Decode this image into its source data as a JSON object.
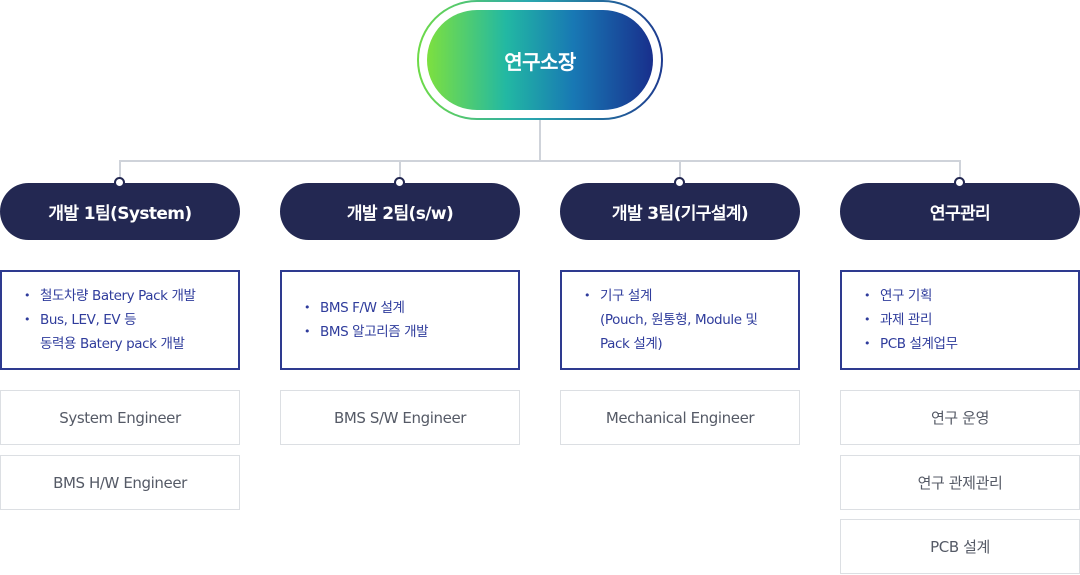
{
  "root": {
    "label": "연구소장"
  },
  "teams": [
    {
      "label": "개발 1팀(System)",
      "duties": [
        "철도차량 Batery Pack 개발",
        "Bus, LEV, EV 등\n동력용 Batery pack 개발"
      ],
      "roles": [
        "System Engineer",
        "BMS H/W Engineer"
      ]
    },
    {
      "label": "개발 2팀(s/w)",
      "duties": [
        "BMS F/W 설계",
        "BMS 알고리즘 개발"
      ],
      "roles": [
        "BMS S/W Engineer"
      ]
    },
    {
      "label": "개발 3팀(기구설계)",
      "duties": [
        "기구 설계\n(Pouch, 원통형, Module 및\nPack 설계)"
      ],
      "roles": [
        "Mechanical Engineer"
      ]
    },
    {
      "label": "연구관리",
      "duties": [
        "연구 기획",
        "과제 관리",
        "PCB 설계업무"
      ],
      "roles": [
        "연구 운영",
        "연구 관제관리",
        "PCB 설계"
      ]
    }
  ],
  "colors": {
    "navy": "#232852",
    "duty_border": "#2e3a8f",
    "duty_text": "#2f3c9c",
    "connector": "#cfd3da",
    "gradient_start": "#7de03f",
    "gradient_end": "#182f8c"
  }
}
